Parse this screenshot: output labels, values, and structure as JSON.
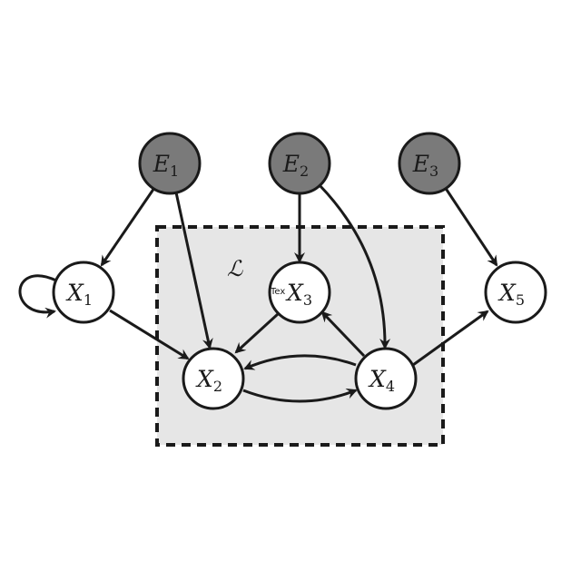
{
  "diagram": {
    "region_label": "ℒ",
    "stray_text": "Tex",
    "nodes": [
      {
        "id": "E1",
        "letter": "E",
        "sub": "1",
        "kind": "exogenous"
      },
      {
        "id": "E2",
        "letter": "E",
        "sub": "2",
        "kind": "exogenous"
      },
      {
        "id": "E3",
        "letter": "E",
        "sub": "3",
        "kind": "exogenous"
      },
      {
        "id": "X1",
        "letter": "X",
        "sub": "1",
        "kind": "endogenous"
      },
      {
        "id": "X2",
        "letter": "X",
        "sub": "2",
        "kind": "endogenous"
      },
      {
        "id": "X3",
        "letter": "X",
        "sub": "3",
        "kind": "endogenous"
      },
      {
        "id": "X4",
        "letter": "X",
        "sub": "4",
        "kind": "endogenous"
      },
      {
        "id": "X5",
        "letter": "X",
        "sub": "5",
        "kind": "endogenous"
      }
    ],
    "edges": [
      {
        "from": "E1",
        "to": "X1"
      },
      {
        "from": "E1",
        "to": "X2"
      },
      {
        "from": "E2",
        "to": "X3"
      },
      {
        "from": "E2",
        "to": "X4"
      },
      {
        "from": "E3",
        "to": "X5"
      },
      {
        "from": "X1",
        "to": "X1"
      },
      {
        "from": "X1",
        "to": "X2"
      },
      {
        "from": "X3",
        "to": "X2"
      },
      {
        "from": "X4",
        "to": "X3"
      },
      {
        "from": "X4",
        "to": "X2"
      },
      {
        "from": "X2",
        "to": "X4"
      },
      {
        "from": "X4",
        "to": "X5"
      }
    ],
    "colors": {
      "exogenous_fill": "#7a7a7a",
      "endogenous_fill": "#ffffff",
      "region_fill": "#e6e6e6",
      "stroke": "#1a1a1a"
    }
  }
}
